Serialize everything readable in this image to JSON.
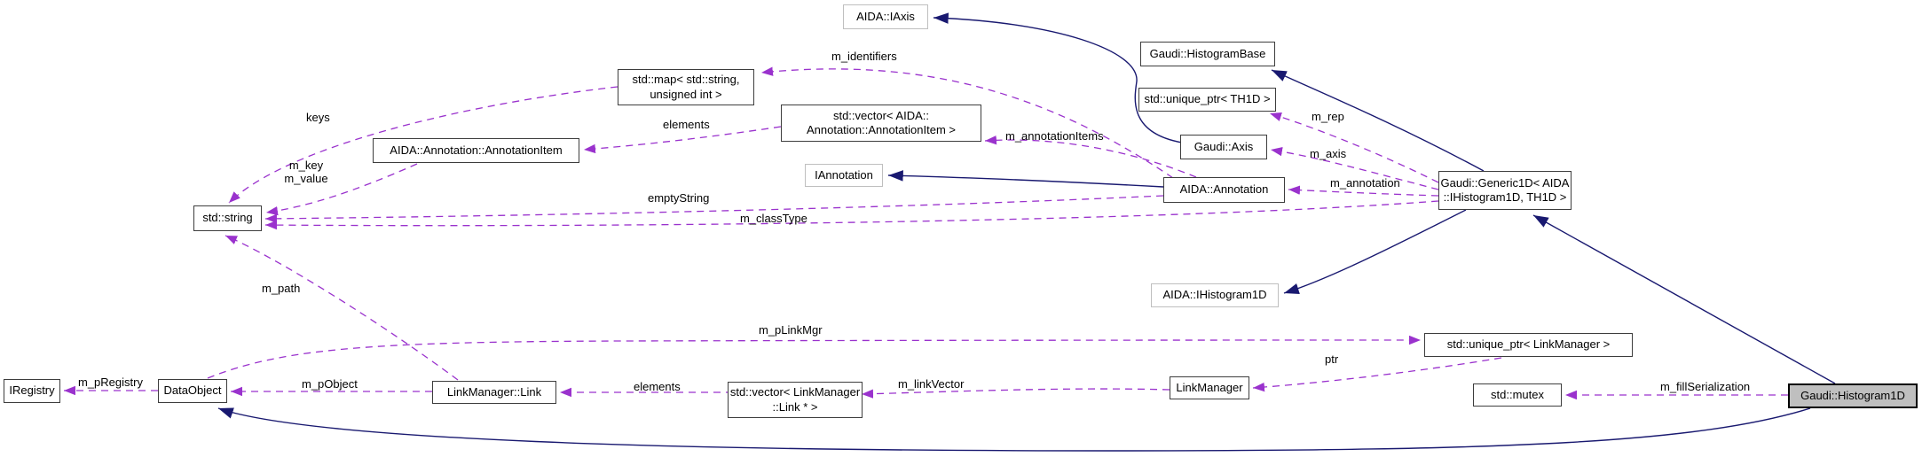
{
  "diagram": {
    "type": "doxygen-collaboration-graph",
    "colors": {
      "usage_edge": "#9a32cd",
      "inheritance_edge": "#191970",
      "node_fill": "#ffffff",
      "focus_node_fill": "#bfbfbf",
      "node_border": "#3d3d3d",
      "external_node_border": "#bfbfbf"
    },
    "nodes": [
      {
        "id": "aida-iaxis",
        "label": "AIDA::IAxis",
        "variant": "external"
      },
      {
        "id": "gaudi-histogrambase",
        "label": "Gaudi::HistogramBase",
        "variant": "default"
      },
      {
        "id": "unique-ptr-th1d",
        "label": "std::unique_ptr< TH1D >",
        "variant": "default"
      },
      {
        "id": "std-map",
        "label": "std::map< std::string,\nunsigned int >",
        "variant": "default"
      },
      {
        "id": "std-vector-annotationitem",
        "label": "std::vector< AIDA::\nAnnotation::AnnotationItem >",
        "variant": "default"
      },
      {
        "id": "annotationitem",
        "label": "AIDA::Annotation::AnnotationItem",
        "variant": "default"
      },
      {
        "id": "iannotation",
        "label": "IAnnotation",
        "variant": "external"
      },
      {
        "id": "gaudi-axis",
        "label": "Gaudi::Axis",
        "variant": "default"
      },
      {
        "id": "aida-annotation",
        "label": "AIDA::Annotation",
        "variant": "default"
      },
      {
        "id": "gaudi-generic1d",
        "label": "Gaudi::Generic1D< AIDA\n::IHistogram1D, TH1D >",
        "variant": "default"
      },
      {
        "id": "std-string",
        "label": "std::string",
        "variant": "default"
      },
      {
        "id": "aida-ihistogram1d",
        "label": "AIDA::IHistogram1D",
        "variant": "external"
      },
      {
        "id": "unique-ptr-linkmanager",
        "label": "std::unique_ptr< LinkManager >",
        "variant": "default"
      },
      {
        "id": "iregistry",
        "label": "IRegistry",
        "variant": "default"
      },
      {
        "id": "dataobject",
        "label": "DataObject",
        "variant": "default"
      },
      {
        "id": "linkmanager-link",
        "label": "LinkManager::Link",
        "variant": "default"
      },
      {
        "id": "std-vector-link",
        "label": "std::vector< LinkManager\n::Link * >",
        "variant": "default"
      },
      {
        "id": "linkmanager",
        "label": "LinkManager",
        "variant": "default"
      },
      {
        "id": "std-mutex",
        "label": "std::mutex",
        "variant": "default"
      },
      {
        "id": "gaudi-histogram1d",
        "label": "Gaudi::Histogram1D",
        "variant": "focus"
      }
    ],
    "edge_labels": [
      {
        "label": "m_identifiers"
      },
      {
        "label": "keys"
      },
      {
        "label": "elements"
      },
      {
        "label": "m_key\nm_value"
      },
      {
        "label": "m_annotationItems"
      },
      {
        "label": "emptyString"
      },
      {
        "label": "m_classType"
      },
      {
        "label": "m_rep"
      },
      {
        "label": "m_axis"
      },
      {
        "label": "m_annotation"
      },
      {
        "label": "m_path"
      },
      {
        "label": "m_pLinkMgr"
      },
      {
        "label": "m_pRegistry"
      },
      {
        "label": "m_pObject"
      },
      {
        "label": "elements"
      },
      {
        "label": "m_linkVector"
      },
      {
        "label": "ptr"
      },
      {
        "label": "m_fillSerialization"
      }
    ]
  }
}
